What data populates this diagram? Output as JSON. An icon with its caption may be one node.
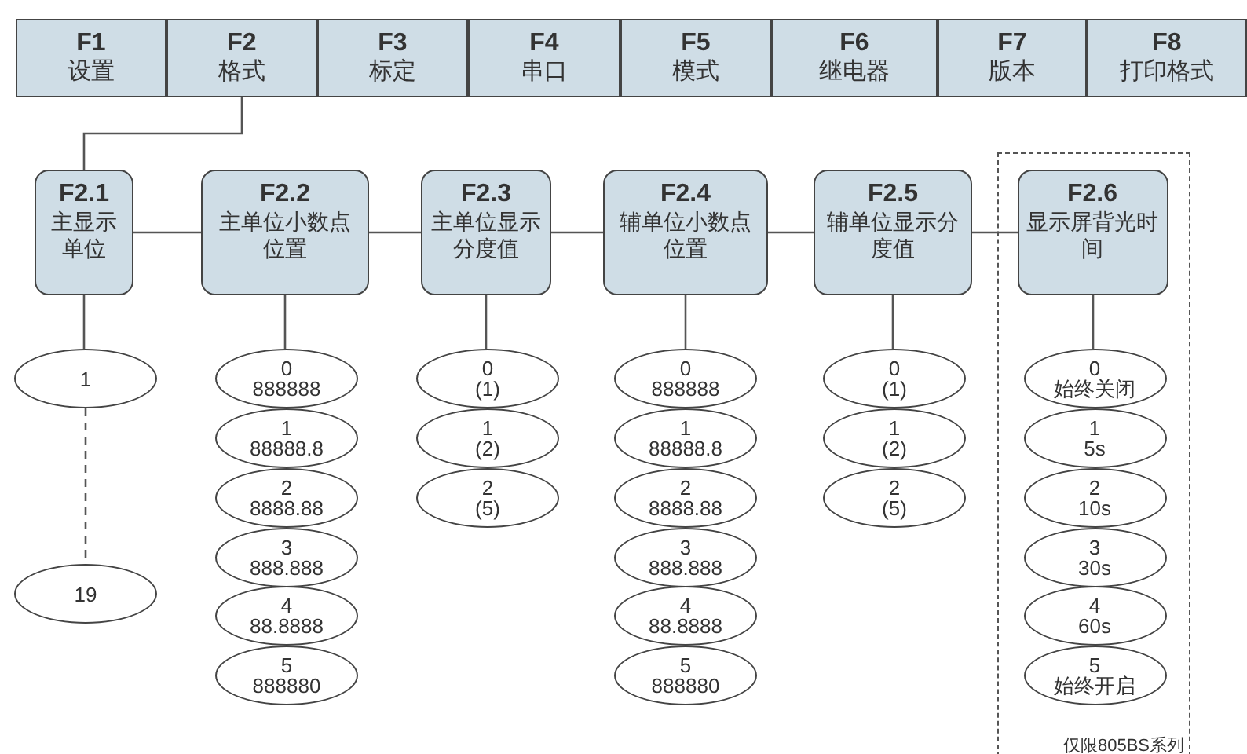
{
  "diagram": {
    "nodes": [
      {
        "text": [
          "F1",
          "设置"
        ]
      },
      {
        "text": [
          "F2",
          "格式"
        ]
      },
      {
        "text": [
          "F3",
          "标定"
        ]
      },
      {
        "text": [
          "F4",
          "串口"
        ]
      },
      {
        "text": [
          "F5",
          "模式"
        ]
      },
      {
        "text": [
          "F6",
          "继电器"
        ]
      },
      {
        "text": [
          "F7",
          "版本"
        ]
      },
      {
        "text": [
          "F8",
          "打印格式"
        ]
      },
      {
        "text": [
          "F2.1",
          "主显示单位"
        ]
      },
      {
        "text": [
          "F2.2",
          "主单位小数点位置"
        ]
      },
      {
        "text": [
          "F2.3",
          "主单位显示分度值"
        ]
      },
      {
        "text": [
          "F2.4",
          "辅单位小数点位置"
        ]
      },
      {
        "text": [
          "F2.5",
          "辅单位显示分度值"
        ]
      },
      {
        "text": [
          "仅限805BS系列"
        ]
      },
      {
        "text": [
          "F2.6",
          "显示屏背光时间"
        ],
        "in": 13
      },
      {
        "text": [
          "1"
        ]
      },
      {
        "text": [
          "19"
        ]
      },
      {
        "text": [
          "0",
          "888888"
        ]
      },
      {
        "text": [
          "1",
          "88888.8"
        ]
      },
      {
        "text": [
          "2",
          "8888.88"
        ]
      },
      {
        "text": [
          "3",
          "888.888"
        ]
      },
      {
        "text": [
          "4",
          "88.8888"
        ]
      },
      {
        "text": [
          "5",
          "888880"
        ]
      },
      {
        "text": [
          "0",
          "(1)"
        ]
      },
      {
        "text": [
          "1",
          "(2)"
        ]
      },
      {
        "text": [
          "2",
          "(5)"
        ]
      },
      {
        "text": [
          "0",
          "888888"
        ]
      },
      {
        "text": [
          "1",
          "88888.8"
        ]
      },
      {
        "text": [
          "2",
          "8888.88"
        ]
      },
      {
        "text": [
          "3",
          "888.888"
        ]
      },
      {
        "text": [
          "4",
          "88.8888"
        ]
      },
      {
        "text": [
          "5",
          "888880"
        ]
      },
      {
        "text": [
          "0",
          "(1)"
        ]
      },
      {
        "text": [
          "1",
          "(2)"
        ]
      },
      {
        "text": [
          "2",
          "(5)"
        ]
      },
      {
        "text": [
          "0",
          "始终关闭"
        ],
        "in": 13
      },
      {
        "text": [
          "1",
          "5s"
        ],
        "in": 13
      },
      {
        "text": [
          "2",
          "10s"
        ],
        "in": 13
      },
      {
        "text": [
          "3",
          "30s"
        ],
        "in": 13
      },
      {
        "text": [
          "4",
          "60s"
        ],
        "in": 13
      },
      {
        "text": [
          "5",
          "始终开启"
        ],
        "in": 13
      }
    ],
    "edges": [
      {
        "from": 1,
        "to": 8,
        "arrow": "none"
      },
      {
        "from": 8,
        "to": 9,
        "arrow": "none"
      },
      {
        "from": 9,
        "to": 10,
        "arrow": "none"
      },
      {
        "from": 10,
        "to": 11,
        "arrow": "none"
      },
      {
        "from": 11,
        "to": 12,
        "arrow": "none"
      },
      {
        "from": 12,
        "to": 14,
        "arrow": "none"
      },
      {
        "from": 8,
        "to": 15,
        "arrow": "none"
      },
      {
        "from": 15,
        "to": 16,
        "arrow": "none",
        "style": "dashed"
      },
      {
        "from": 9,
        "to": 17,
        "arrow": "none"
      },
      {
        "from": 10,
        "to": 23,
        "arrow": "none"
      },
      {
        "from": 11,
        "to": 26,
        "arrow": "none"
      },
      {
        "from": 12,
        "to": 32,
        "arrow": "none"
      },
      {
        "from": 14,
        "to": 35,
        "arrow": "none"
      }
    ]
  }
}
